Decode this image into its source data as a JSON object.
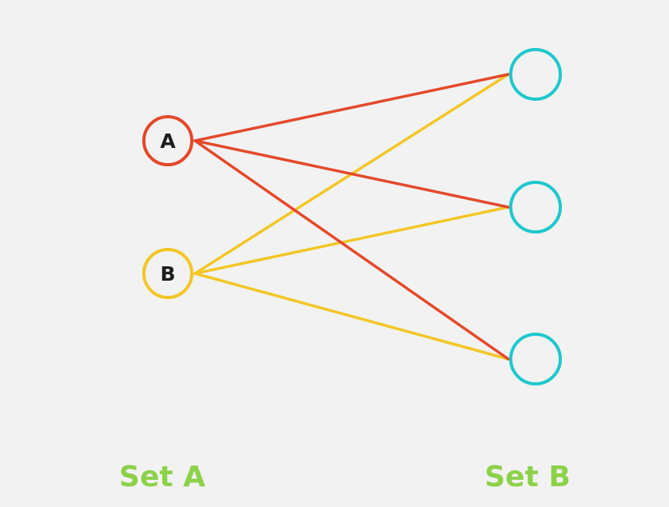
{
  "diagram": {
    "colors": {
      "background": "#f2f2f2",
      "node_a": "#e4492b",
      "node_b": "#f3c625",
      "right_nodes": "#1ec8cc",
      "label_text": "#1e1e1e",
      "set_labels": "#8dd14b"
    },
    "left_nodes": [
      {
        "id": "A",
        "label": "A"
      },
      {
        "id": "B",
        "label": "B"
      }
    ],
    "right_nodes": [
      {
        "id": "R1",
        "label": ""
      },
      {
        "id": "R2",
        "label": ""
      },
      {
        "id": "R3",
        "label": ""
      }
    ],
    "edges": [
      {
        "from": "A",
        "to": "R1"
      },
      {
        "from": "A",
        "to": "R2"
      },
      {
        "from": "A",
        "to": "R3"
      },
      {
        "from": "B",
        "to": "R1"
      },
      {
        "from": "B",
        "to": "R2"
      },
      {
        "from": "B",
        "to": "R3"
      }
    ],
    "set_labels": {
      "left": "Set A",
      "right": "Set B"
    }
  }
}
